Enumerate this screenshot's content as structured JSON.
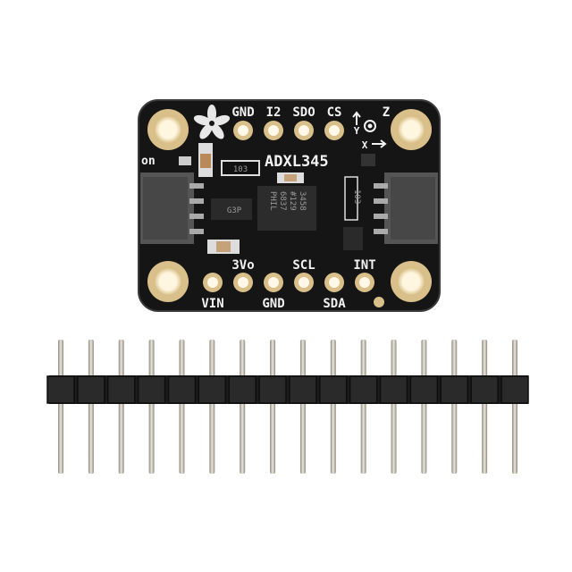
{
  "board": {
    "part_label": "ADXL345",
    "power_label": "on",
    "top_pins": [
      "GND",
      "I2",
      "SDO",
      "CS"
    ],
    "bottom_pins_upper": [
      "3Vo",
      "SCL",
      "INT"
    ],
    "bottom_pins_lower": [
      "VIN",
      "GND",
      "SDA"
    ],
    "axes": {
      "z": "Z",
      "y": "Y",
      "x": "X"
    },
    "chip_markings": [
      "3458",
      "#129",
      "6837",
      "PHIL"
    ],
    "resistor_label_1": "103",
    "resistor_label_2": "103",
    "regulator_label": "G3P",
    "colors": {
      "pcb": "#151515",
      "pad": "#d9c08a",
      "silkscreen": "#f2f2f2"
    }
  },
  "header": {
    "pin_count": 16,
    "colors": {
      "plastic": "#1c1c1c",
      "pin": "#c9c2b4"
    }
  }
}
